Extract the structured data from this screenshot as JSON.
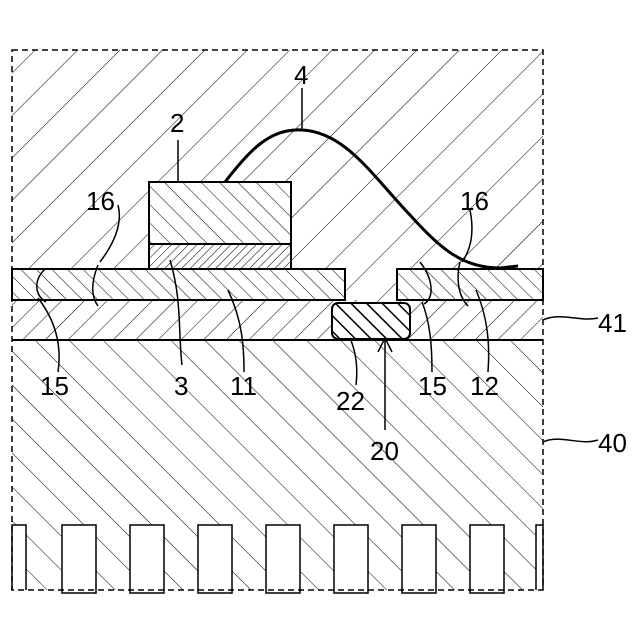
{
  "labels": {
    "chip": "2",
    "bonding_layer": "3",
    "wire": "4",
    "lead_frame_left": "11",
    "lead_frame_right": "12",
    "recess_left": "15",
    "recess_right": "15",
    "edge_left": "16",
    "edge_right": "16",
    "insulator": "20",
    "insulator_part": "22",
    "insulating_sheet": "41",
    "heat_sink": "40"
  },
  "colors": {
    "ink": "#000000",
    "background": "#ffffff"
  }
}
